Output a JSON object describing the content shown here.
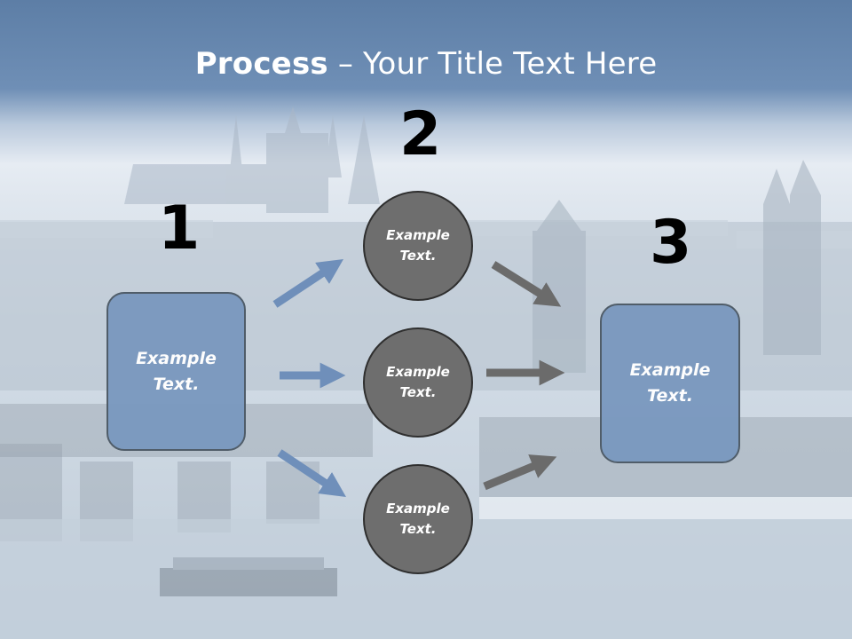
{
  "slide": {
    "title_bold": "Process",
    "title_rest": " – Your Title Text Here"
  },
  "steps": {
    "one": "1",
    "two": "2",
    "three": "3"
  },
  "left_box": {
    "text": "Example\nText."
  },
  "circles": [
    {
      "text": "Example\nText."
    },
    {
      "text": "Example\nText."
    },
    {
      "text": "Example\nText."
    }
  ],
  "right_box": {
    "text": "Example\nText."
  },
  "colors": {
    "box_fill": "#7b99bf",
    "circle_fill": "#6e6e6e",
    "blue_arrow": "#6f8fba",
    "gray_arrow": "#6b6b6b",
    "title_text": "#ffffff"
  }
}
